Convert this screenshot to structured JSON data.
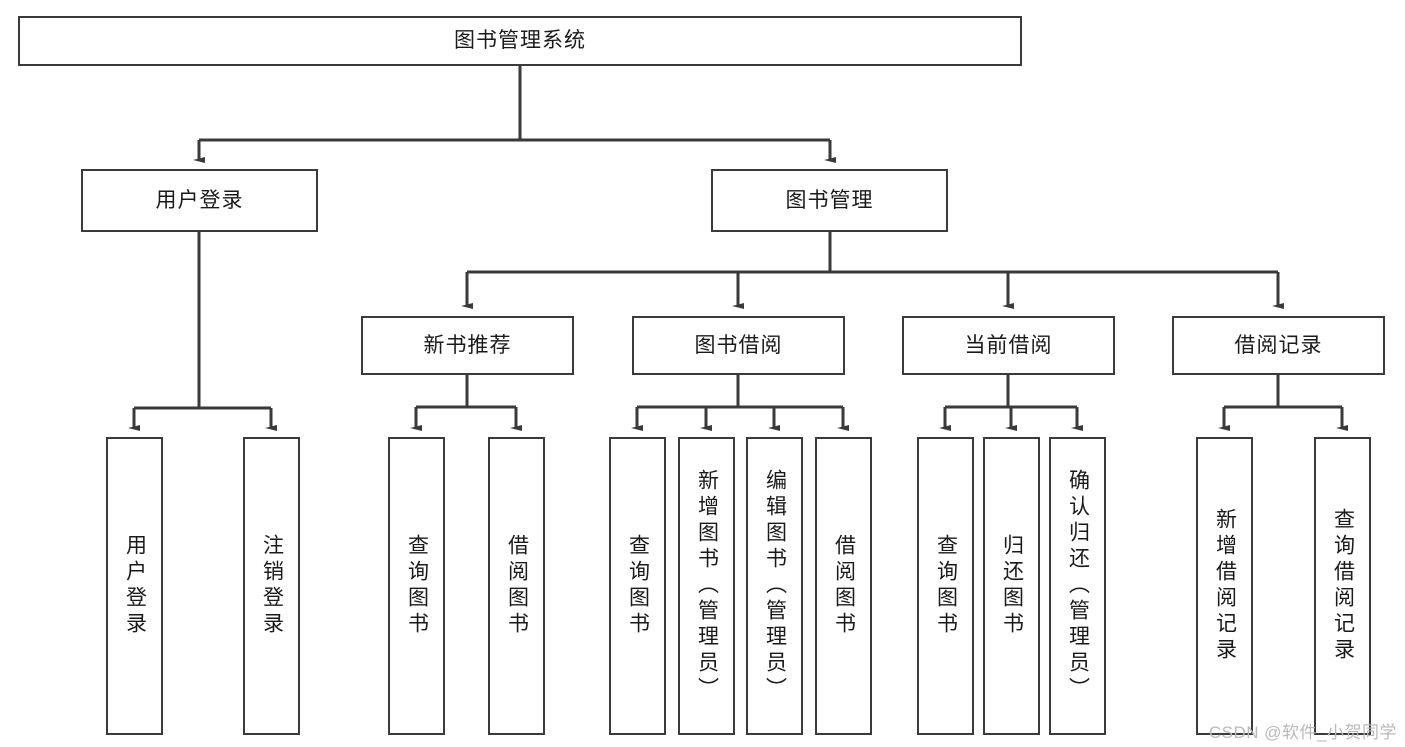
{
  "diagram": {
    "title_node": {
      "label": "图书管理系统"
    },
    "level2": [
      {
        "id": "user-login",
        "label": "用户登录"
      },
      {
        "id": "book-manage",
        "label": "图书管理"
      }
    ],
    "level3": [
      {
        "id": "new-book-recommend",
        "label": "新书推荐"
      },
      {
        "id": "book-borrow",
        "label": "图书借阅"
      },
      {
        "id": "current-borrow",
        "label": "当前借阅"
      },
      {
        "id": "borrow-record",
        "label": "借阅记录"
      }
    ],
    "leaves": {
      "user_login": [
        {
          "id": "leaf-user-login",
          "label": "用户登录"
        },
        {
          "id": "leaf-user-logout",
          "label": "注销登录"
        }
      ],
      "new_book_recommend": [
        {
          "id": "leaf-query-book-1",
          "label": "查询图书"
        },
        {
          "id": "leaf-borrow-book-1",
          "label": "借阅图书"
        }
      ],
      "book_borrow": [
        {
          "id": "leaf-query-book-2",
          "label": "查询图书"
        },
        {
          "id": "leaf-add-book",
          "label": "新增图书（管理员）"
        },
        {
          "id": "leaf-edit-book",
          "label": "编辑图书（管理员）"
        },
        {
          "id": "leaf-borrow-book-2",
          "label": "借阅图书"
        }
      ],
      "current_borrow": [
        {
          "id": "leaf-query-book-3",
          "label": "查询图书"
        },
        {
          "id": "leaf-return-book",
          "label": "归还图书"
        },
        {
          "id": "leaf-confirm-return",
          "label": "确认归还（管理员）"
        }
      ],
      "borrow_record": [
        {
          "id": "leaf-add-record",
          "label": "新增借阅记录"
        },
        {
          "id": "leaf-query-record",
          "label": "查询借阅记录"
        }
      ]
    },
    "colors": {
      "stroke": "#3a3a3a",
      "background": "#ffffff",
      "text": "#1a1a1a",
      "watermark": "#b9b9b9"
    }
  },
  "watermark": {
    "text": "CSDN @软件_小贺同学"
  }
}
